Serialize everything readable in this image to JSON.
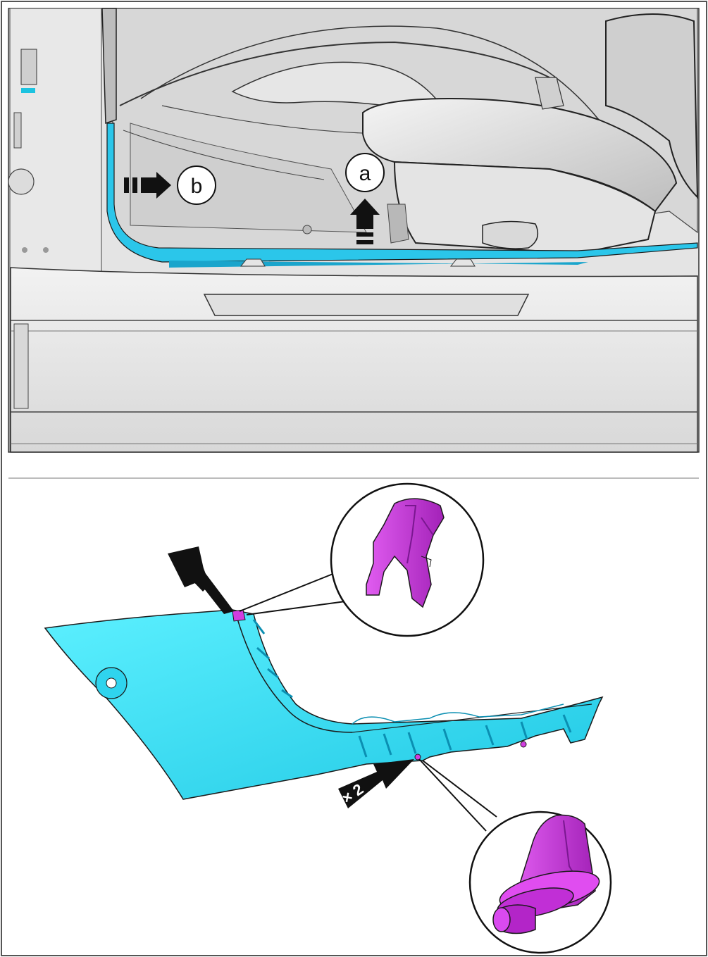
{
  "callouts": {
    "a": "a",
    "b": "b",
    "quantity": "× 2"
  },
  "colors": {
    "trim_panel": "#3ee6fb",
    "trim_panel_shade": "#1cc3e0",
    "clip": "#d23ee0",
    "clip_shade": "#9e1fb0",
    "body_grey": "#e9e9e9",
    "line": "#1a1a1a"
  },
  "icons": [
    "arrow-direction-icon",
    "pull-arrow-icon",
    "push-arrow-icon",
    "clip-arrow-icon",
    "clip-detail-magnifier",
    "pushpin-clip-detail-magnifier"
  ]
}
